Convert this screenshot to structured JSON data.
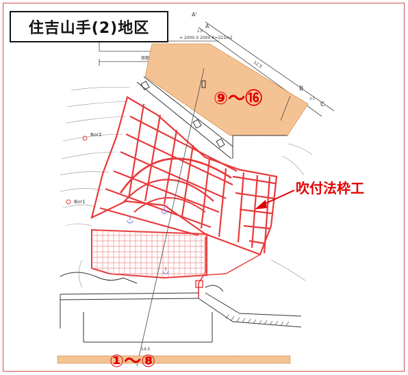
{
  "title": "住吉山手(2)地区",
  "range_upper": "⑨～⑯",
  "range_lower": "①～⑧",
  "callout": "吹付法枠工",
  "drawing_labels": {
    "section_a_prime": "A'",
    "section_a": "A",
    "section_b": "B",
    "section_c": "C",
    "spec_line": "= 2000 X 2000   A=221m2",
    "anchor_line": "鉄筋挿入工  N=61本",
    "dim_upper": "12.5",
    "dim_lower": "14.5",
    "dim_small_1": "2.0",
    "dim_small_2": "3.1",
    "borehole_1": "Bor1",
    "borehole_2": "Bor2"
  },
  "colors": {
    "frame_red": "#e8393b",
    "orange_fill": "#f6c79a",
    "label_red": "#e00000"
  }
}
